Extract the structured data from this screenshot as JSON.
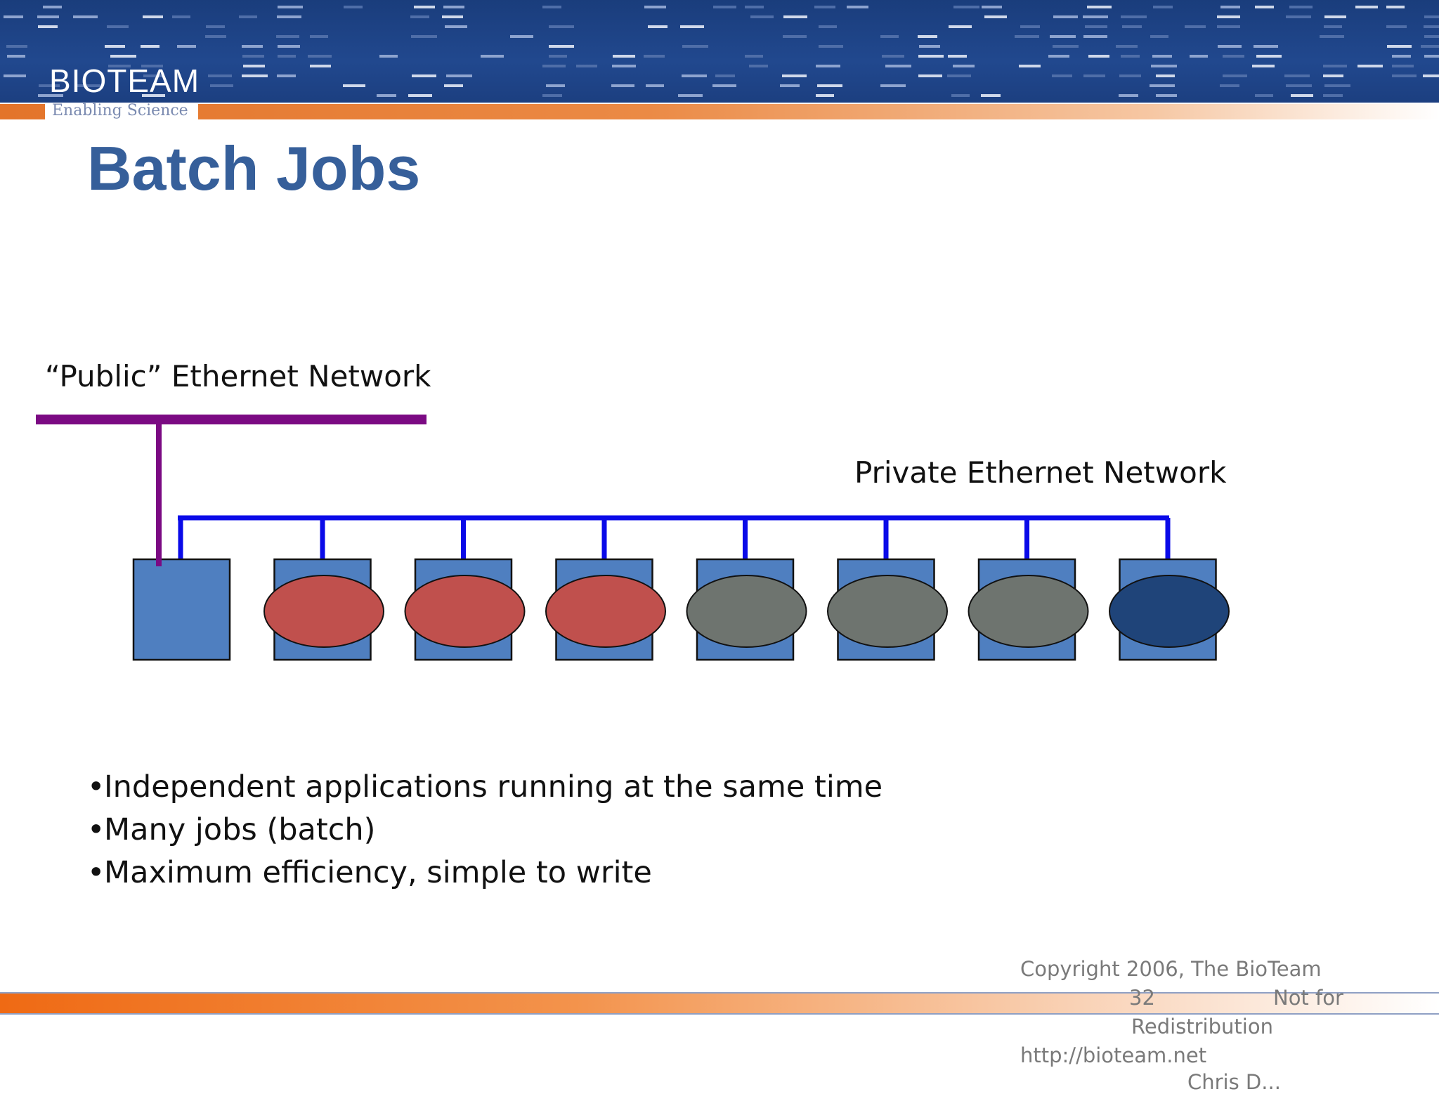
{
  "header": {
    "logo": "BIOTEAM",
    "tagline": "Enabling Science"
  },
  "title": "Batch Jobs",
  "diagram": {
    "public_network_label": "“Public” Ethernet Network",
    "private_network_label": "Private Ethernet Network",
    "colors": {
      "public_network": "#7b0a83",
      "private_network": "#0a0ae8",
      "node_box": "#4f7fc0",
      "job_red": "#c0504d",
      "job_gray": "#6e746f",
      "job_navy": "#1f4479"
    },
    "head_node_count": 1,
    "compute_nodes": [
      {
        "job": "red"
      },
      {
        "job": "red"
      },
      {
        "job": "red"
      },
      {
        "job": "gray"
      },
      {
        "job": "gray"
      },
      {
        "job": "gray"
      },
      {
        "job": "navy"
      }
    ]
  },
  "bullets": [
    "Independent applications running at the same time",
    "Many jobs (batch)",
    "Maximum efficiency, simple to write"
  ],
  "footer": {
    "copyright": "Copyright 2006, The BioTeam",
    "page_number": "32",
    "not_for": "Not for",
    "redistribution": "Redistribution",
    "url": "http://bioteam.net",
    "cutoff_text": "Chris D..."
  }
}
